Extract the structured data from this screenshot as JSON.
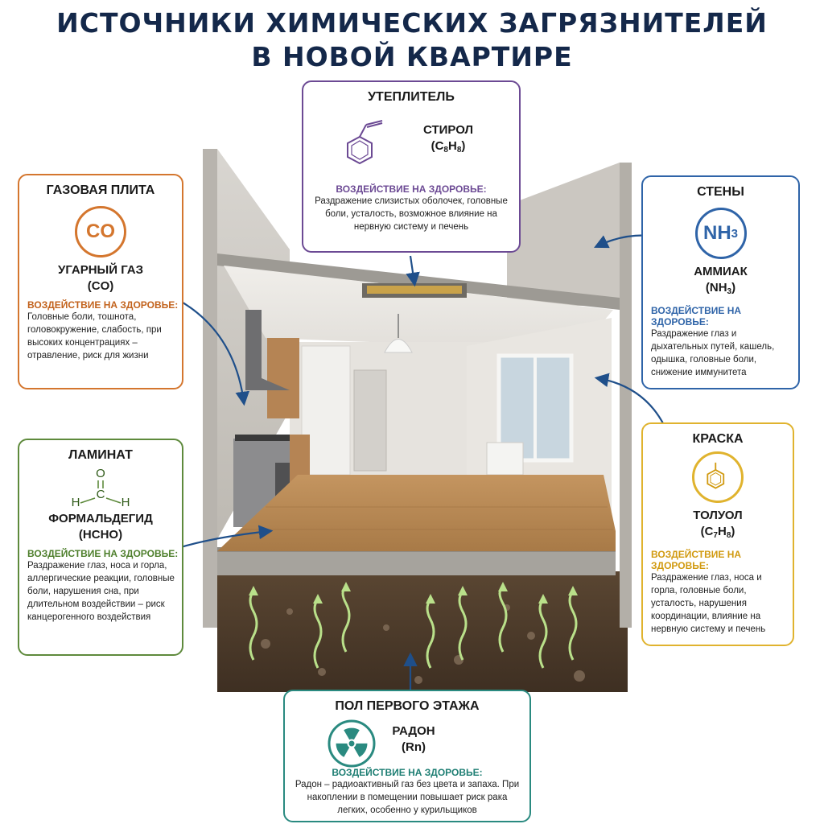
{
  "title": {
    "line1": "ИСТОЧНИКИ ХИМИЧЕСКИХ ЗАГРЯЗНИТЕЛЕЙ",
    "line2": "В НОВОЙ КВАРТИРЕ"
  },
  "effect_label": "ВОЗДЕЙСТВИЕ НА ЗДОРОВЬЕ:",
  "colors": {
    "title": "#14284a",
    "styrene": "#6c4a94",
    "co": "#d4762e",
    "nh3": "#2f64a8",
    "hcho": "#5e8a3c",
    "toluene": "#e0b32e",
    "radon": "#2a8a80",
    "arrow": "#1f4f8a"
  },
  "cards": {
    "styrene": {
      "source": "УТЕПЛИТЕЛЬ",
      "name": "СТИРОЛ",
      "formula_main": "(C",
      "icon": "styrene-structure-icon",
      "effect": "Раздражение слизистых оболочек, головные боли, усталость, возможное влияние на нервную систему и печень"
    },
    "co": {
      "source": "ГАЗОВАЯ ПЛИТА",
      "badge": "CO",
      "name": "УГАРНЫЙ ГАЗ",
      "formula": "(CO)",
      "effect": "Головные боли, тошнота, головокружение, слабость, при высоких концентрациях – отравление, риск для жизни"
    },
    "nh3": {
      "source": "СТЕНЫ",
      "badge_main": "NH",
      "badge_sub": "3",
      "name": "АММИАК",
      "formula_main": "(NH",
      "formula_sub": "3",
      "formula_end": ")",
      "effect": "Раздражение глаз и дыхательных путей, кашель, одышка, головные боли, снижение иммунитета"
    },
    "hcho": {
      "source": "ЛАМИНАТ",
      "icon": "formaldehyde-structure-icon",
      "atom_o": "O",
      "atom_c": "C",
      "atom_h": "H",
      "name": "ФОРМАЛЬДЕГИД",
      "formula": "(HCHO)",
      "effect": "Раздражение глаз, носа и горла, аллергические реакции, головные боли, нарушения сна, при длительном воздействии – риск канцерогенного воздействия"
    },
    "toluene": {
      "source": "КРАСКА",
      "icon": "toluene-structure-icon",
      "name": "ТОЛУОЛ",
      "effect": "Раздражение глаз, носа и горла, головные боли, усталость, нарушения координации, влияние на нервную систему и печень"
    },
    "radon": {
      "source": "ПОЛ ПЕРВОГО ЭТАЖА",
      "icon": "radiation-icon",
      "name": "РАДОН",
      "formula": "(Rn)",
      "effect": "Радон – радиоактивный газ без цвета и запаха. При накоплении в помещении повышает риск рака легких, особенно у курильщиков"
    }
  }
}
